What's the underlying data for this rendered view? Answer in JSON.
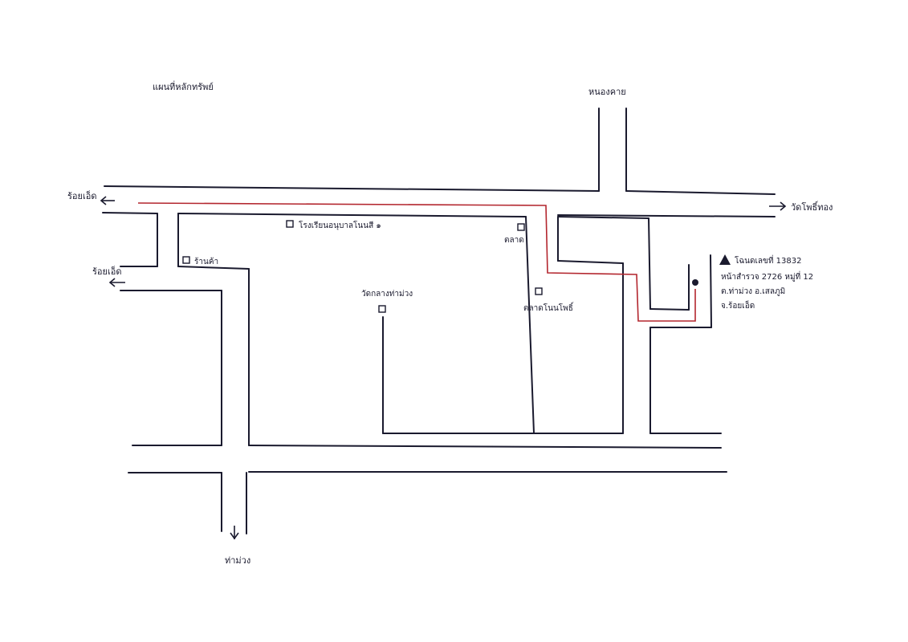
{
  "map": {
    "title": "แผนที่หลักทรัพย์",
    "colors": {
      "road": "#1a1a2e",
      "route": "#b3262e",
      "background": "#ffffff"
    },
    "directions": {
      "north": "หนองคาย",
      "west_upper": "ร้อยเอ็ด",
      "west_lower": "ร้อยเอ็ด",
      "east": "วัดโพธิ์ทอง",
      "south": "ท่าม่วง"
    },
    "landmarks": {
      "school": "โรงเรียนอนุบาลโนนสี ๑",
      "shop": "ร้านค้า",
      "market": "ตลาด",
      "temple": "วัดกลางท่าม่วง",
      "market_rd": "ตลาดโนนโพธิ์"
    },
    "property": {
      "icon": "triangle-marker-icon",
      "line1": "โฉนดเลขที่ 13832",
      "line2": "หน้าสำรวจ 2726 หมู่ที่ 12",
      "line3": "ต.ท่าม่วง อ.เสลภูมิ",
      "line4": "จ.ร้อยเอ็ด"
    }
  }
}
